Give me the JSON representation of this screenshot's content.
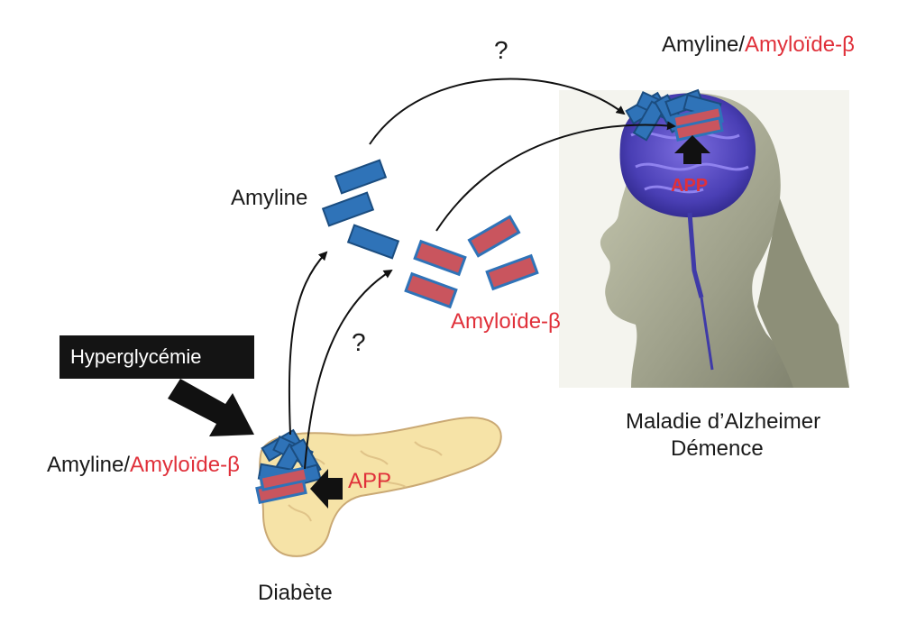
{
  "labels": {
    "question_top": "?",
    "question_mid": "?",
    "brain_title_black": "Amyline/",
    "brain_title_red": "Amyloïde-β",
    "amyline": "Amyline",
    "amyloide": "Amyloïde-β",
    "hyperglycemie": "Hyperglycémie",
    "pancreas_title_black": "Amyline/",
    "pancreas_title_red": "Amyloïde-β",
    "app_pancreas": "APP",
    "app_brain": "APP",
    "alzheimer_line1": "Maladie d’Alzheimer",
    "alzheimer_line2": "Démence",
    "diabete": "Diabète"
  },
  "colors": {
    "amyline_blue": "#2f73b8",
    "amyloid_red": "#c9555e",
    "text_red": "#e0303a",
    "pancreas_fill": "#f6e3a7",
    "brain_purple": "#5a4fc4"
  }
}
